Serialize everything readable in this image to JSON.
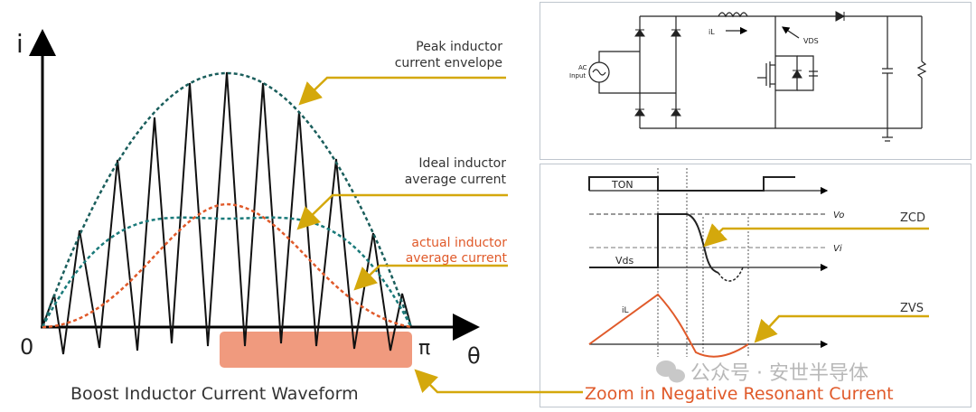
{
  "main_diagram": {
    "axis_y": "i",
    "axis_x": "θ",
    "origin": "0",
    "end_marker": "π",
    "caption": "Boost Inductor Current Waveform",
    "peak_label_1": "Peak inductor",
    "peak_label_2": "current envelope",
    "ideal_label_1": "Ideal inductor",
    "ideal_label_2": "average current",
    "actual_label_1": "actual inductor",
    "actual_label_2": "average current",
    "zoom_label": "Zoom in Negative Resonant Current"
  },
  "schematic": {
    "ac_label_1": "AC",
    "ac_label_2": "Input",
    "il_label": "iL",
    "vds_label": "VDS"
  },
  "timing": {
    "ton": "TON",
    "vo": "Vo",
    "vi": "Vi",
    "vds": "Vds",
    "zcd": "ZCD",
    "zvs": "ZVS",
    "il": "iL"
  },
  "watermark": "公众号 · 安世半导体",
  "colors": {
    "peak_envelope": "#1a5e5c",
    "ideal_average": "#1a7a7a",
    "actual_average": "#e05a2a",
    "callout": "#d4a80c",
    "zoom_box": "#f09a7e",
    "zoom_text": "#e05a2a"
  }
}
